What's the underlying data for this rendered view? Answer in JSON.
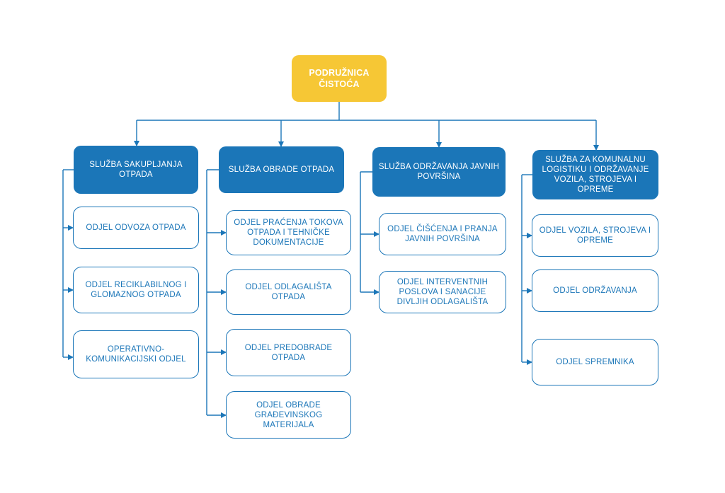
{
  "colors": {
    "root_fill": "#f6c735",
    "service_fill": "#1b76b8",
    "dept_border": "#1b76b8",
    "text_on_dark": "#ffffff",
    "connector": "#1b76b8"
  },
  "root": {
    "label": "PODRUŽNICA\nČISTOĆA"
  },
  "services": [
    {
      "label": "SLUŽBA SAKUPLJANJA\nOTPADA",
      "departments": [
        "ODJEL ODVOZA OTPADA",
        "ODJEL RECIKLABILNOG I\nGLOMAZNOG OTPADA",
        "OPERATIVNO-\nKOMUNIKACIJSKI ODJEL"
      ]
    },
    {
      "label": "SLUŽBA OBRADE OTPADA",
      "departments": [
        "ODJEL PRAĆENJA TOKOVA\nOTPADA I TEHNIČKE\nDOKUMENTACIJE",
        "ODJEL ODLAGALIŠTA\nOTPADA",
        "ODJEL PREDOBRADE\nOTPADA",
        "ODJEL OBRADE\nGRAĐEVINSKOG\nMATERIJALA"
      ]
    },
    {
      "label": "SLUŽBA ODRŽAVANJA JAVNIH\nPOVRŠINA",
      "departments": [
        "ODJEL ČIŠĆENJA I PRANJA\nJAVNIH POVRŠINA",
        "ODJEL INTERVENTNIH\nPOSLOVA I SANACIJE\nDIVLJIH ODLAGALIŠTA"
      ]
    },
    {
      "label": "SLUŽBA ZA KOMUNALNU\nLOGISTIKU I ODRŽAVANJE\nVOZILA, STROJEVA I\nOPREME",
      "departments": [
        "ODJEL VOZILA, STROJEVA I\nOPREME",
        "ODJEL ODRŽAVANJA",
        "ODJEL SPREMNIKA"
      ]
    }
  ]
}
